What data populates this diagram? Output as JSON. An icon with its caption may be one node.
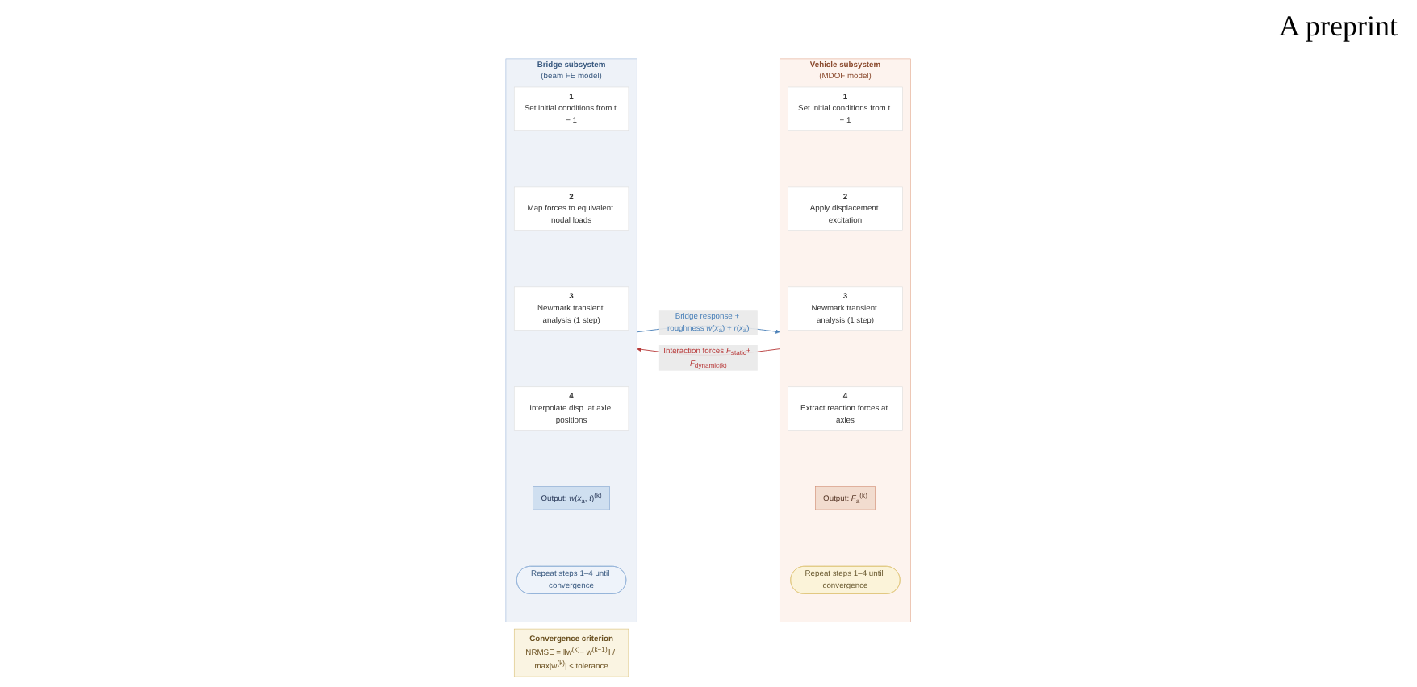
{
  "diagram": {
    "nodes": [
      {
        "text": [
          "Vehicle subsystem",
          "(MDOF model)"
        ]
      },
      {
        "text": [
          "1",
          "Set initial conditions from t − 1"
        ],
        "in": 0
      },
      {
        "text": [
          "2",
          "Apply displacement excitation"
        ],
        "in": 0
      },
      {
        "text": [
          "3",
          "Newmark transient analysis (1 step)"
        ],
        "in": 0
      },
      {
        "text": [
          "4",
          "Extract reaction forces at axles"
        ],
        "in": 0
      },
      {
        "text": [
          "Output: *F*$_{a}$$^{(k)}$"
        ],
        "in": 0
      },
      {
        "text": [
          "Repeat steps 1–4 until convergence"
        ],
        "in": 0
      },
      {
        "text": [
          "Bridge subsystem",
          "(beam FE model)"
        ]
      },
      {
        "text": [
          "1",
          "Set initial conditions from t − 1"
        ],
        "in": 7
      },
      {
        "text": [
          "2",
          "Map forces to equivalent nodal loads"
        ],
        "in": 7
      },
      {
        "text": [
          "3",
          "Newmark transient analysis (1 step)"
        ],
        "in": 7
      },
      {
        "text": [
          "4",
          "Interpolate disp. at axle positions"
        ],
        "in": 7
      },
      {
        "text": [
          "Output: *w*(*x*$_{a}$, *t*)$^{(k)}$"
        ],
        "in": 7
      },
      {
        "text": [
          "Repeat steps 1–4 until convergence"
        ],
        "in": 7
      },
      {
        "text": [
          "Convergence criterion",
          "NRMSE = ‖w$^{(k)}$− w$^{(k−1)}$‖ / max|w$^{(k)}$| < tolerance"
        ]
      }
    ],
    "edges": [
      {
        "from": 0,
        "to": 7,
        "arrow": "to",
        "label": "Interaction forces *F*$_{static}$+ *F*$_{dynamic(k)}$",
        "color": "#b83a3a"
      },
      {
        "from": 7,
        "to": 0,
        "arrow": "to",
        "label": "Bridge response + roughness *w*(*x*$_{a}$) + *r*(*x*$_{a}$)",
        "color": "#4a80b8"
      }
    ],
    "labels": [
      "A preprint"
    ]
  }
}
